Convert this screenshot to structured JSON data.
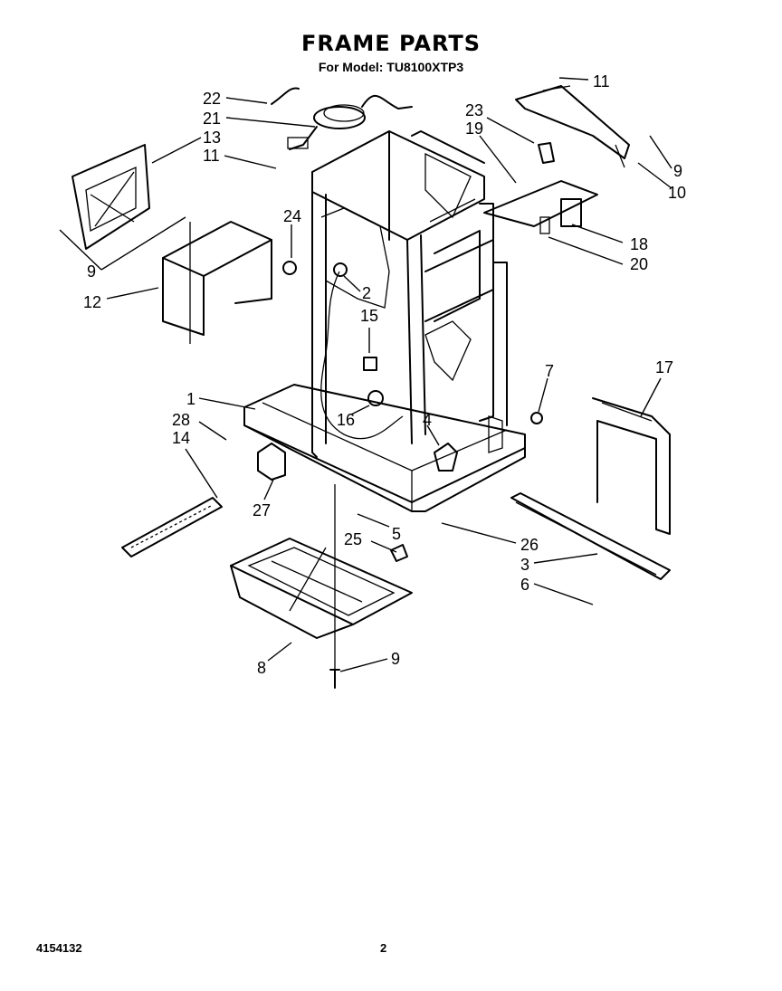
{
  "header": {
    "title": "FRAME PARTS",
    "model_line": "For Model: TU8100XTP3"
  },
  "footer": {
    "doc_number": "4154132",
    "page_number": "2"
  },
  "callouts": [
    {
      "id": "c22",
      "label": "22"
    },
    {
      "id": "c21",
      "label": "21"
    },
    {
      "id": "c13",
      "label": "13"
    },
    {
      "id": "c11a",
      "label": "11"
    },
    {
      "id": "c9a",
      "label": "9"
    },
    {
      "id": "c12",
      "label": "12"
    },
    {
      "id": "c24",
      "label": "24"
    },
    {
      "id": "c2",
      "label": "2"
    },
    {
      "id": "c15",
      "label": "15"
    },
    {
      "id": "c1",
      "label": "1"
    },
    {
      "id": "c28",
      "label": "28"
    },
    {
      "id": "c14",
      "label": "14"
    },
    {
      "id": "c16",
      "label": "16"
    },
    {
      "id": "c4",
      "label": "4"
    },
    {
      "id": "c27",
      "label": "27"
    },
    {
      "id": "c5",
      "label": "5"
    },
    {
      "id": "c25",
      "label": "25"
    },
    {
      "id": "c26",
      "label": "26"
    },
    {
      "id": "c8",
      "label": "8"
    },
    {
      "id": "c9b",
      "label": "9"
    },
    {
      "id": "c11b",
      "label": "11"
    },
    {
      "id": "c23",
      "label": "23"
    },
    {
      "id": "c19",
      "label": "19"
    },
    {
      "id": "c9c",
      "label": "9"
    },
    {
      "id": "c10",
      "label": "10"
    },
    {
      "id": "c18",
      "label": "18"
    },
    {
      "id": "c20",
      "label": "20"
    },
    {
      "id": "c7",
      "label": "7"
    },
    {
      "id": "c17",
      "label": "17"
    },
    {
      "id": "c3",
      "label": "3"
    },
    {
      "id": "c6",
      "label": "6"
    }
  ]
}
